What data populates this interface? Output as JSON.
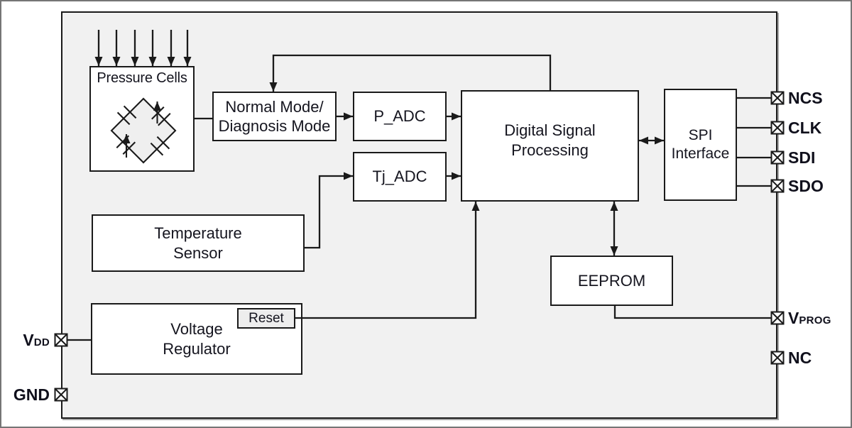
{
  "diagram": {
    "type": "ic-block-diagram",
    "blocks": {
      "pressure_cells": {
        "label": "Pressure Cells"
      },
      "normal_mode": {
        "label": "Normal Mode/\nDiagnosis Mode"
      },
      "p_adc": {
        "label": "P_ADC"
      },
      "tj_adc": {
        "label": "Tj_ADC"
      },
      "dsp": {
        "label": "Digital Signal\nProcessing"
      },
      "spi": {
        "label": "SPI\nInterface"
      },
      "temperature_sensor": {
        "label": "Temperature\nSensor"
      },
      "voltage_regulator": {
        "label": "Voltage\nRegulator"
      },
      "reset": {
        "label": "Reset"
      },
      "eeprom": {
        "label": "EEPROM"
      }
    },
    "pins": {
      "right": [
        {
          "label": "NCS",
          "sub": ""
        },
        {
          "label": "CLK",
          "sub": ""
        },
        {
          "label": "SDI",
          "sub": ""
        },
        {
          "label": "SDO",
          "sub": ""
        },
        {
          "label": "V",
          "sub": "PROG"
        },
        {
          "label": "NC",
          "sub": ""
        }
      ],
      "left": [
        {
          "label": "V",
          "sub": "DD"
        },
        {
          "label": "GND",
          "sub": ""
        }
      ]
    },
    "colors": {
      "chip_fill": "#f1f1f1",
      "block_fill": "#ffffff",
      "reset_fill": "#ededed",
      "line": "#1a1a1a",
      "frame": "#757575"
    }
  }
}
